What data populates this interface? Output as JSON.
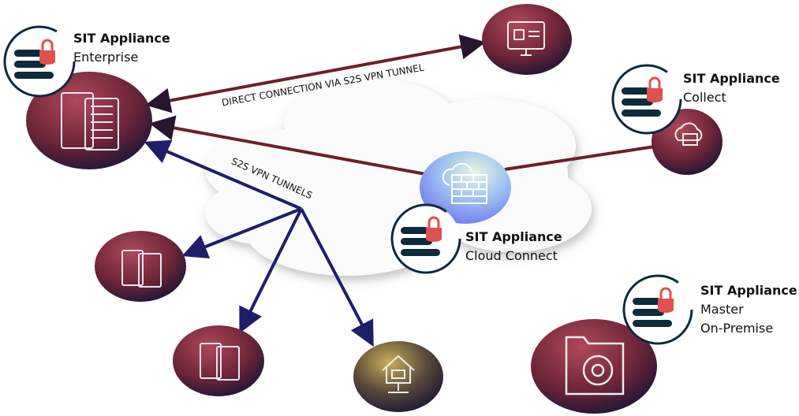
{
  "colors": {
    "node": "#7a2b3c",
    "badge_ring": "#0f2a3a",
    "lock": "#e0504f",
    "direct_line": "#6b1f2a",
    "vpn_line": "#1e1e6a"
  },
  "connections": {
    "direct": "DIRECT CONNECTION VIA S2S VPN TUNNEL",
    "vpn": "S2S VPN TUNNELS"
  },
  "appliances": [
    {
      "title": "SIT Appliance",
      "lines": [
        "Enterprise"
      ]
    },
    {
      "title": "SIT Appliance",
      "lines": [
        "Collect"
      ]
    },
    {
      "title": "SIT Appliance",
      "lines": [
        "Cloud Connect"
      ]
    },
    {
      "title": "SIT Appliance",
      "lines": [
        "Master",
        "On-Premise"
      ]
    }
  ]
}
